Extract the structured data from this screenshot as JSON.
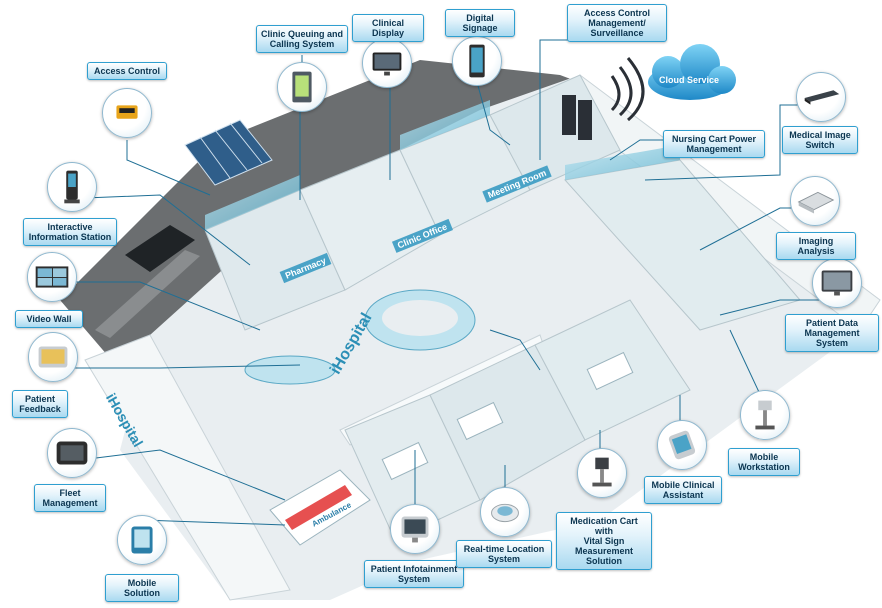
{
  "labels": {
    "access_control": "Access Control",
    "clinic_queuing": "Clinic Queuing and\nCalling System",
    "clinical_display": "Clinical Display",
    "digital_signage": "Digital Signage",
    "access_surveillance": "Access Control\nManagement/\nSurveillance",
    "cloud_service": "Cloud Service",
    "nursing_cart": "Nursing Cart Power\nManagement",
    "medical_image_switch": "Medical Image\nSwitch",
    "imaging_analysis": "Imaging Analysis",
    "patient_data": "Patient Data\nManagement System",
    "interactive_station": "Interactive\nInformation Station",
    "video_wall": "Video Wall",
    "patient_feedback": "Patient\nFeedback",
    "fleet_management": "Fleet\nManagement",
    "mobile_solution": "Mobile Solution",
    "patient_infotainment": "Patient Infotainment\nSystem",
    "realtime_location": "Real-time Location\nSystem",
    "medication_cart": "Medication Cart with\nVital Sign\nMeasurement Solution",
    "mobile_clinical": "Mobile Clinical\nAssistant",
    "mobile_workstation": "Mobile\nWorkstation"
  },
  "signs": {
    "pharmacy": "Pharmacy",
    "clinic_office": "Clinic Office",
    "meeting_room": "Meeting Room",
    "ihospital_main": "iHospital",
    "ihospital_side": "iHospital",
    "ambulance": "Ambulance"
  },
  "colors": {
    "label_border": "#2f9fd0",
    "label_text": "#0b3550",
    "leader_line": "#1f6f95",
    "floor": "#e9eef1",
    "wall": "#f4f7f8",
    "glass": "#7fc6dd",
    "ground": "#6b6b6b"
  }
}
